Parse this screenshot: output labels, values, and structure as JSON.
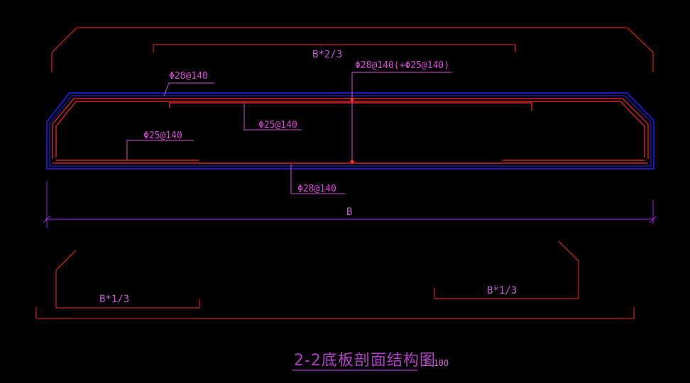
{
  "drawing": {
    "title": "2-2底板剖面结构图",
    "scale": "1:100",
    "dimensions": {
      "top_width": "B*2/3",
      "overall_width": "B",
      "bottom_left": "B*1/3",
      "bottom_right": "B*1/3"
    },
    "rebar_labels": {
      "top_outer": "Φ28@140",
      "top_center": "Φ28@140(+Φ25@140)",
      "top_inner": "Φ25@140",
      "left_bottom_inner": "Φ25@140",
      "bottom": "Φ28@140"
    },
    "colors": {
      "background": "#000000",
      "concrete_outline": "#2020ff",
      "rebar": "#ff2a2a",
      "annotation": "#d84bd8",
      "dimension": "#a020f0"
    }
  }
}
